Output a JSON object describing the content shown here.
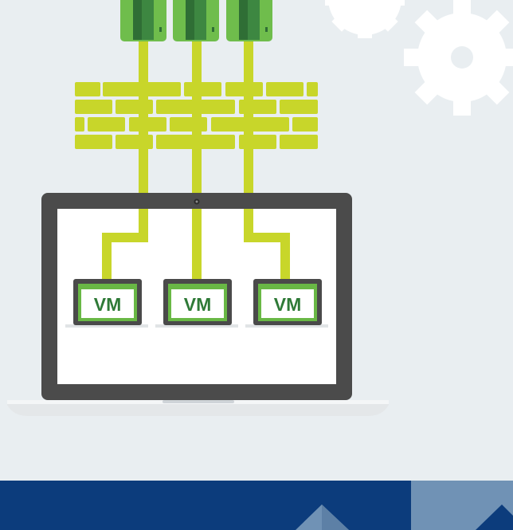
{
  "diagram": {
    "virtual_machines": [
      {
        "label": "VM"
      },
      {
        "label": "VM"
      },
      {
        "label": "VM"
      }
    ],
    "colors": {
      "background": "#e9eef1",
      "gear": "#ffffff",
      "server_green": "#6fbd4c",
      "server_dark": "#2f6e35",
      "cable_and_firewall": "#c8d62a",
      "laptop_frame": "#4b4b4b",
      "laptop_screen": "#ffffff",
      "laptop_base": "#e4e7e9",
      "vm_frame": "#4a4a4a",
      "vm_border": "#69b845",
      "vm_label": "#2f7a37",
      "footer_navy": "#0c3c7c",
      "footer_steel": "#7092b5"
    },
    "icons": [
      "gear-icon",
      "server-icon",
      "firewall-icon",
      "laptop-icon",
      "vm-window-icon"
    ]
  }
}
